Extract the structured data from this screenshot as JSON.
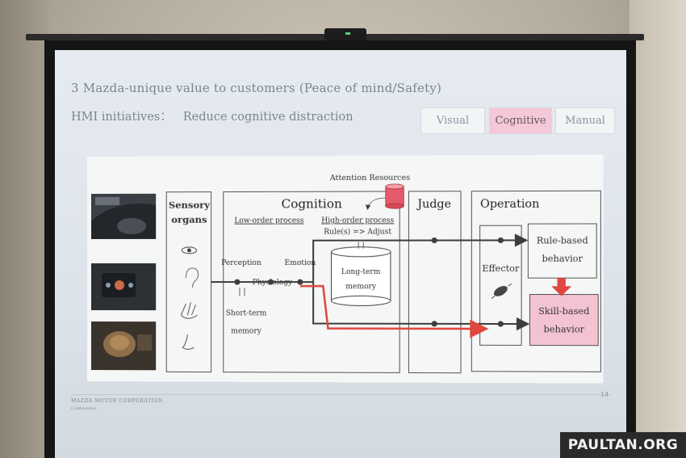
{
  "slide": {
    "title": "3  Mazda-unique value to customers (Peace of mind/Safety)",
    "subtitle_label": "HMI initiatives：",
    "subtitle_text": "Reduce cognitive distraction",
    "tabs": [
      {
        "label": "Visual",
        "active": false
      },
      {
        "label": "Cognitive",
        "active": true
      },
      {
        "label": "Manual",
        "active": false
      }
    ],
    "footer_company": "MAZDA MOTOR CORPORATION",
    "footer_confidential": "Confidential",
    "page_number": "14"
  },
  "diagram": {
    "sensory_title": "Sensory organs",
    "sensory_title_line1": "Sensory",
    "sensory_title_line2": "organs",
    "sensory_icons": [
      "eye-icon",
      "ear-icon",
      "hand-icon",
      "nose-icon"
    ],
    "cognition_title": "Cognition",
    "low_order": "Low-order process",
    "high_order": "High-order process",
    "rule_adjust": "Rule(s) => Adjust",
    "attention": "Attention Resources",
    "perception": "Perception",
    "physiology": "Physiology",
    "emotion": "Emotion",
    "short_term_line1": "Short-term",
    "short_term_line2": "memory",
    "long_term_line1": "Long-term",
    "long_term_line2": "memory",
    "judge_title": "Judge",
    "operation_title": "Operation",
    "effector": "Effector",
    "rule_based_line1": "Rule-based",
    "rule_based_line2": "behavior",
    "skill_based_line1": "Skill-based",
    "skill_based_line2": "behavior",
    "colors": {
      "accent_red": "#e0473f",
      "pink_fill": "#f3c3d2",
      "line_dark": "#3d3d3d"
    }
  },
  "watermark": "PAULTAN.ORG"
}
